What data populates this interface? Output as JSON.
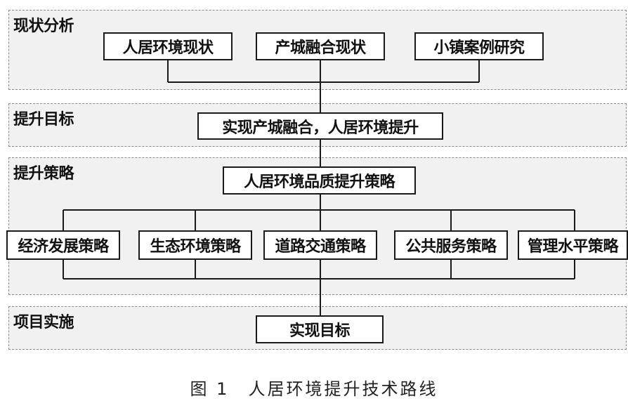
{
  "sections": {
    "analysis": "现状分析",
    "goal": "提升目标",
    "strategy": "提升策略",
    "implementation": "项目实施"
  },
  "analysis_boxes": [
    "人居环境现状",
    "产城融合现状",
    "小镇案例研究"
  ],
  "goal_box": "实现产城融合，人居环境提升",
  "strategy_box": "人居环境品质提升策略",
  "strategy_items": [
    "经济发展策略",
    "生态环境策略",
    "道路交通策略",
    "公共服务策略",
    "管理水平策略"
  ],
  "implementation_box": "实现目标",
  "caption": "图 1　人居环境提升技术路线"
}
